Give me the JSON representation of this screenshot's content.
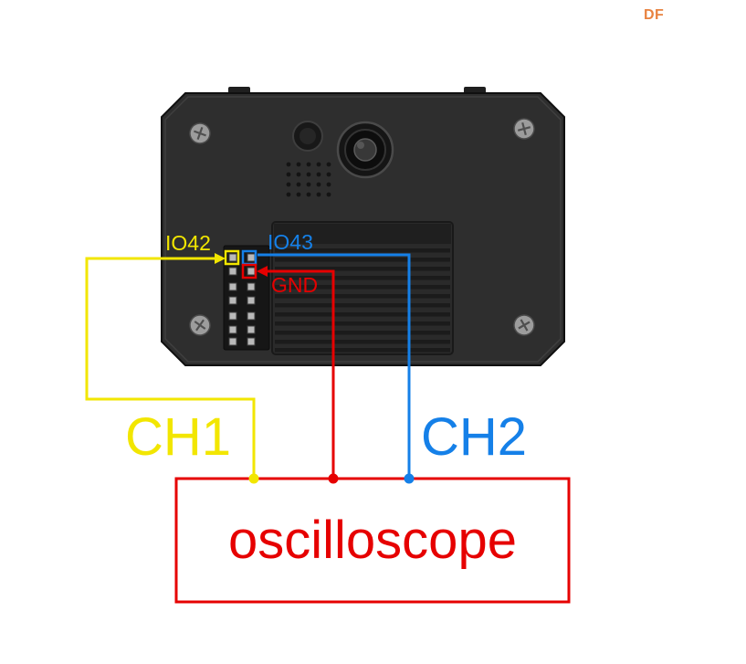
{
  "logo": {
    "text": "DF",
    "color": "#e8823f"
  },
  "device": {
    "name": "device-back-panel",
    "body_color": "#2e2e2e"
  },
  "pins": {
    "io42": {
      "label": "IO42",
      "color": "#f2e600"
    },
    "io43": {
      "label": "IO43",
      "color": "#1580e8"
    },
    "gnd": {
      "label": "GND",
      "color": "#e60000"
    }
  },
  "channels": {
    "ch1": {
      "label": "CH1",
      "color": "#f2e600"
    },
    "ch2": {
      "label": "CH2",
      "color": "#1580e8"
    }
  },
  "oscilloscope": {
    "label": "oscilloscope",
    "color": "#e60000"
  }
}
